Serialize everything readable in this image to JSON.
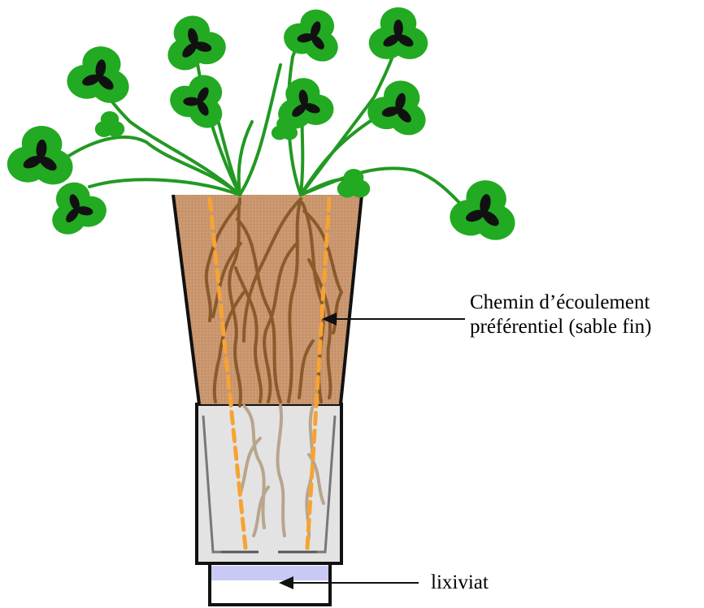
{
  "labels": {
    "preferential_flow_line1": "Chemin d’écoulement",
    "preferential_flow_line2": "préférentiel (sable fin)",
    "leachate": "lixiviat"
  },
  "colors": {
    "leaf_green": "#22AA22",
    "leaf_center": "#111111",
    "stem_green": "#229922",
    "soil": "#C9966E",
    "root": "#8B5A2B",
    "root_pale": "#B8A58C",
    "preferential_flow": "#F7A333",
    "collector_glass": "#E3E3E3",
    "leachate_liquid": "#C9C9F5",
    "outline": "#111111"
  },
  "icons": {
    "plant": "clover-plant-icon",
    "pot": "flower-pot-icon",
    "collector": "collector-jar-icon"
  }
}
